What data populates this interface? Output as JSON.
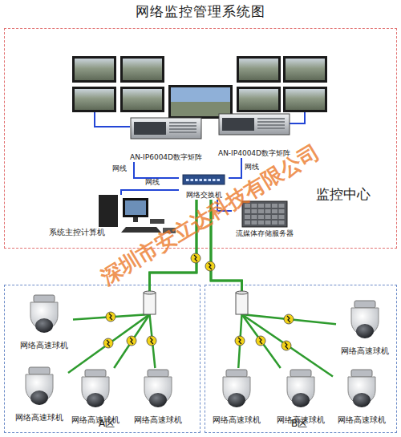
{
  "diagram": {
    "title": "网络监控管理系统图",
    "nodes": [
      {
        "text": [
          "监控中心"
        ]
      },
      {
        "text": [
          "AN-IP6004D数字矩阵"
        ],
        "in": 0
      },
      {
        "text": [
          "AN-IP4004D数字矩阵"
        ],
        "in": 0
      },
      {
        "text": [
          "网络交换机"
        ],
        "in": 0
      },
      {
        "text": [
          "系统主控计算机"
        ],
        "in": 0
      },
      {
        "text": [
          "流媒体存储服务器"
        ],
        "in": 0
      },
      {
        "text": [
          "A区"
        ]
      },
      {
        "text": [
          "网络高速球机"
        ],
        "in": 6
      },
      {
        "text": [
          "网络高速球机"
        ],
        "in": 6
      },
      {
        "text": [
          "网络高速球机"
        ],
        "in": 6
      },
      {
        "text": [
          "网络高速球机"
        ],
        "in": 6
      },
      {
        "text": [
          "B区"
        ]
      },
      {
        "text": [
          "网络高速球机"
        ],
        "in": 11
      },
      {
        "text": [
          "网络高速球机"
        ],
        "in": 11
      },
      {
        "text": [
          "网络高速球机"
        ],
        "in": 11
      },
      {
        "text": [
          "网络高速球机"
        ],
        "in": 11
      }
    ],
    "edges": [
      {
        "from": 1,
        "to": 3,
        "arrow": "none",
        "label": "网线"
      },
      {
        "from": 2,
        "to": 3,
        "arrow": "none",
        "label": "网线"
      },
      {
        "from": 4,
        "to": 3,
        "arrow": "none",
        "label": "网线"
      },
      {
        "from": 3,
        "to": 5,
        "arrow": "none"
      },
      {
        "from": 3,
        "to": 7,
        "arrow": "none"
      },
      {
        "from": 3,
        "to": 8,
        "arrow": "none"
      },
      {
        "from": 3,
        "to": 9,
        "arrow": "none"
      },
      {
        "from": 3,
        "to": 10,
        "arrow": "none"
      },
      {
        "from": 3,
        "to": 12,
        "arrow": "none"
      },
      {
        "from": 3,
        "to": 13,
        "arrow": "none"
      },
      {
        "from": 3,
        "to": 14,
        "arrow": "none"
      },
      {
        "from": 3,
        "to": 15,
        "arrow": "none"
      }
    ],
    "labels": [
      "深圳市安立达科技有限公司"
    ]
  }
}
